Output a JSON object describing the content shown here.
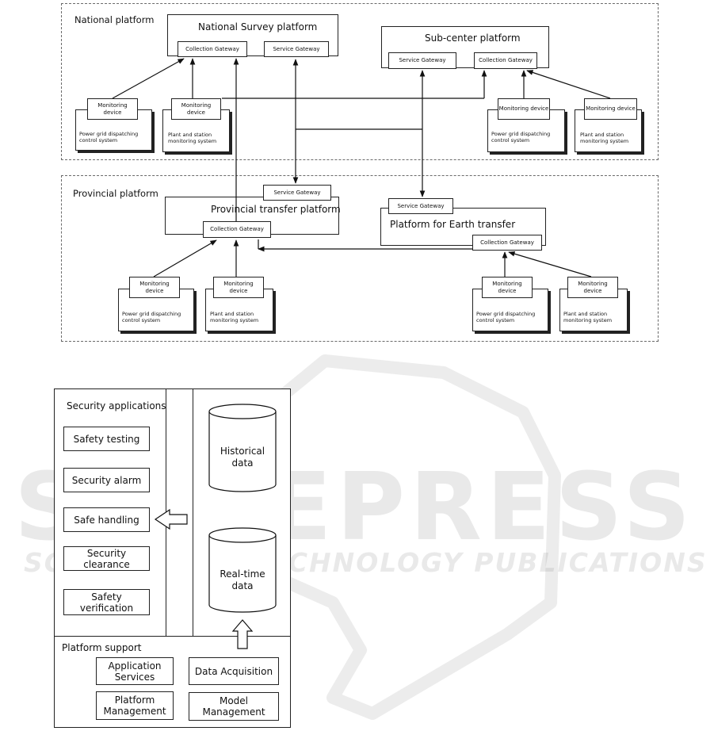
{
  "watermark": {
    "main": "SCITEPRESS",
    "sub": "SCIENCE AND TECHNOLOGY PUBLICATIONS"
  },
  "top_diagram": {
    "national": {
      "label": "National platform",
      "survey_platform": "National Survey platform",
      "collection_gateway": "Collection Gateway",
      "service_gateway": "Service Gateway",
      "subcenter_platform": "Sub-center platform",
      "sub_service_gateway": "Service Gateway",
      "sub_collection_gateway": "Collection Gateway",
      "device_a": {
        "monitor": "Monitoring device",
        "system": "Power grid dispatching control system"
      },
      "device_b": {
        "monitor": "Monitoring device",
        "system": "Plant and station monitoring system"
      },
      "device_c": {
        "monitor": "Monitoring device",
        "system": "Power grid dispatching control system"
      },
      "device_d": {
        "monitor": "Monitoring device",
        "system": "Plant and station monitoring system"
      }
    },
    "provincial": {
      "label": "Provincial platform",
      "service_gateway": "Service Gateway",
      "transfer_platform": "Provincial transfer platform",
      "collection_gateway": "Collection Gateway",
      "earth_service_gateway": "Service Gateway",
      "earth_platform": "Platform for Earth transfer",
      "earth_collection_gateway": "Collection Gateway",
      "device_a": {
        "monitor": "Monitoring device",
        "system": "Power grid dispatching control system"
      },
      "device_b": {
        "monitor": "Monitoring device",
        "system": "Plant and station monitoring system"
      },
      "device_c": {
        "monitor": "Monitoring device",
        "system": "Power grid dispatching control system"
      },
      "device_d": {
        "monitor": "Monitoring device",
        "system": "Plant and station monitoring system"
      }
    }
  },
  "bottom_diagram": {
    "security_title": "Security applications",
    "apps": [
      "Safety testing",
      "Security alarm",
      "Safe handling",
      "Security clearance",
      "Safety verification"
    ],
    "historical": "Historical data",
    "realtime": "Real-time data",
    "platform_support": "Platform support",
    "support_items": [
      "Application Services",
      "Data Acquisition",
      "Platform Management",
      "Model Management"
    ]
  }
}
